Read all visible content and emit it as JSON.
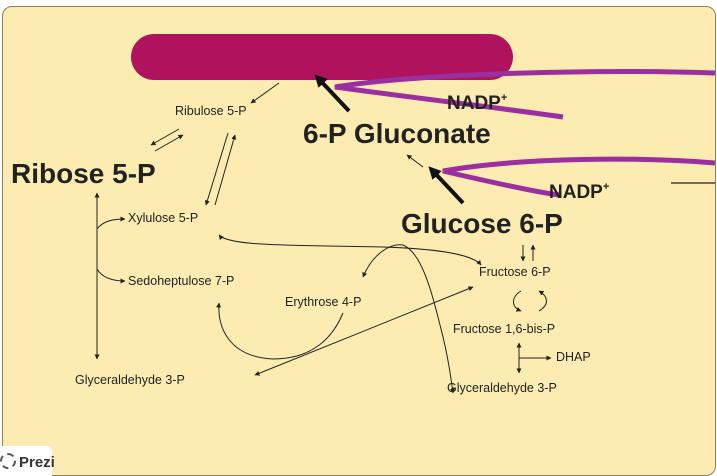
{
  "labels": {
    "ribulose": "Ribulose 5-P",
    "ribose": "Ribose 5-P",
    "gluconate": "6-P Gluconate",
    "glucose": "Glucose 6-P",
    "xylulose": "Xylulose 5-P",
    "sedoheptulose": "Sedoheptulose 7-P",
    "erythrose": "Erythrose 4-P",
    "fructose6p": "Fructose 6-P",
    "fructose16": "Fructose 1,6-bis-P",
    "dhap": "DHAP",
    "glyceraldehyde_left": "Glyceraldehyde 3-P",
    "glyceraldehyde_right": "Glyceraldehyde 3-P"
  },
  "cofactors": {
    "nadp1": "NADP",
    "nadp2": "NADP",
    "superscript": "+"
  },
  "colors": {
    "background": "#fcecb2",
    "redaction": "#b0135e",
    "cofactor_arrow": "#9a2fa0",
    "text": "#222222"
  },
  "watermark": "Prezi"
}
